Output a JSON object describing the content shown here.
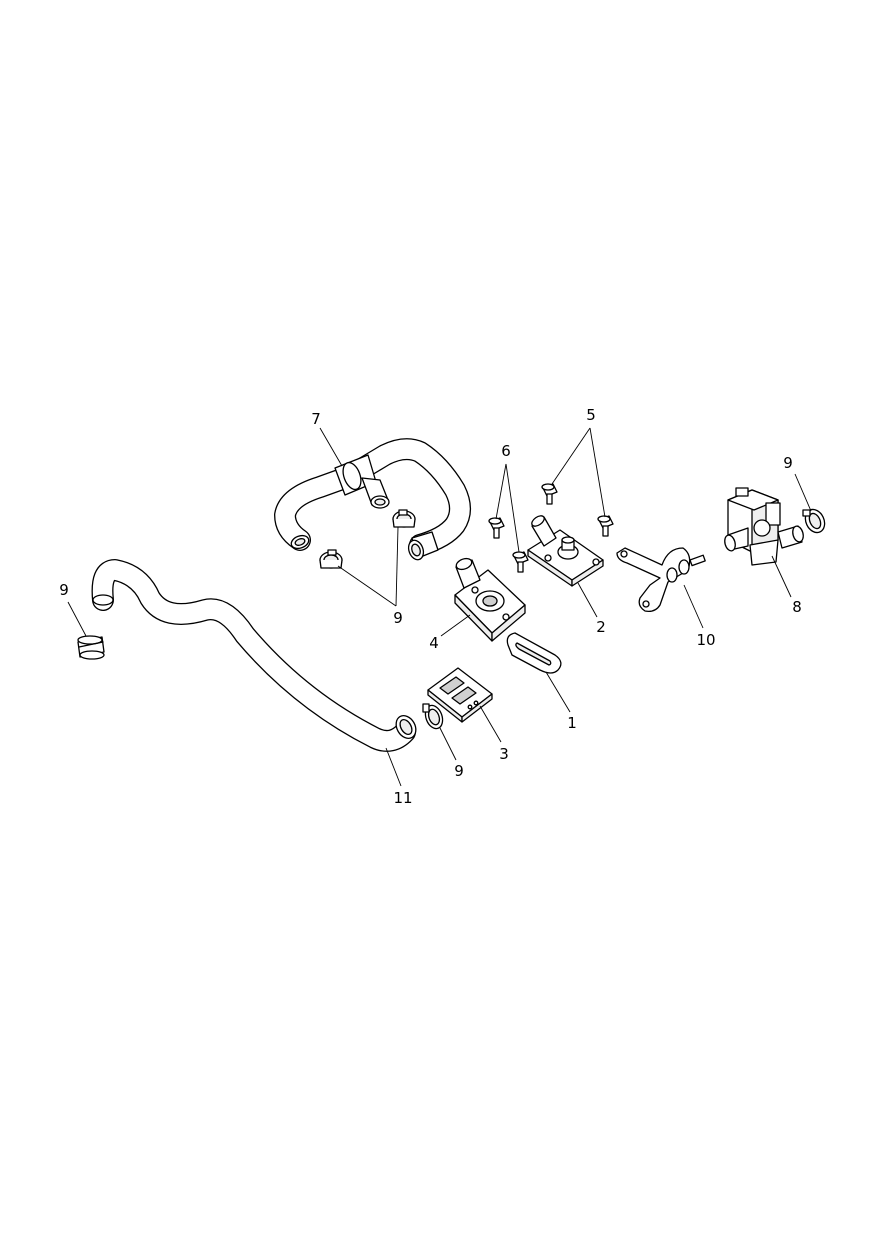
{
  "callouts": {
    "part_1": "1",
    "part_2": "2",
    "part_3": "3",
    "part_4": "4",
    "part_5": "5",
    "part_6": "6",
    "part_7": "7",
    "part_8": "8",
    "part_9_left": "9",
    "part_9_upper_middle": "9",
    "part_9_lower": "9",
    "part_9_right": "9",
    "part_10": "10",
    "part_11": "11"
  }
}
